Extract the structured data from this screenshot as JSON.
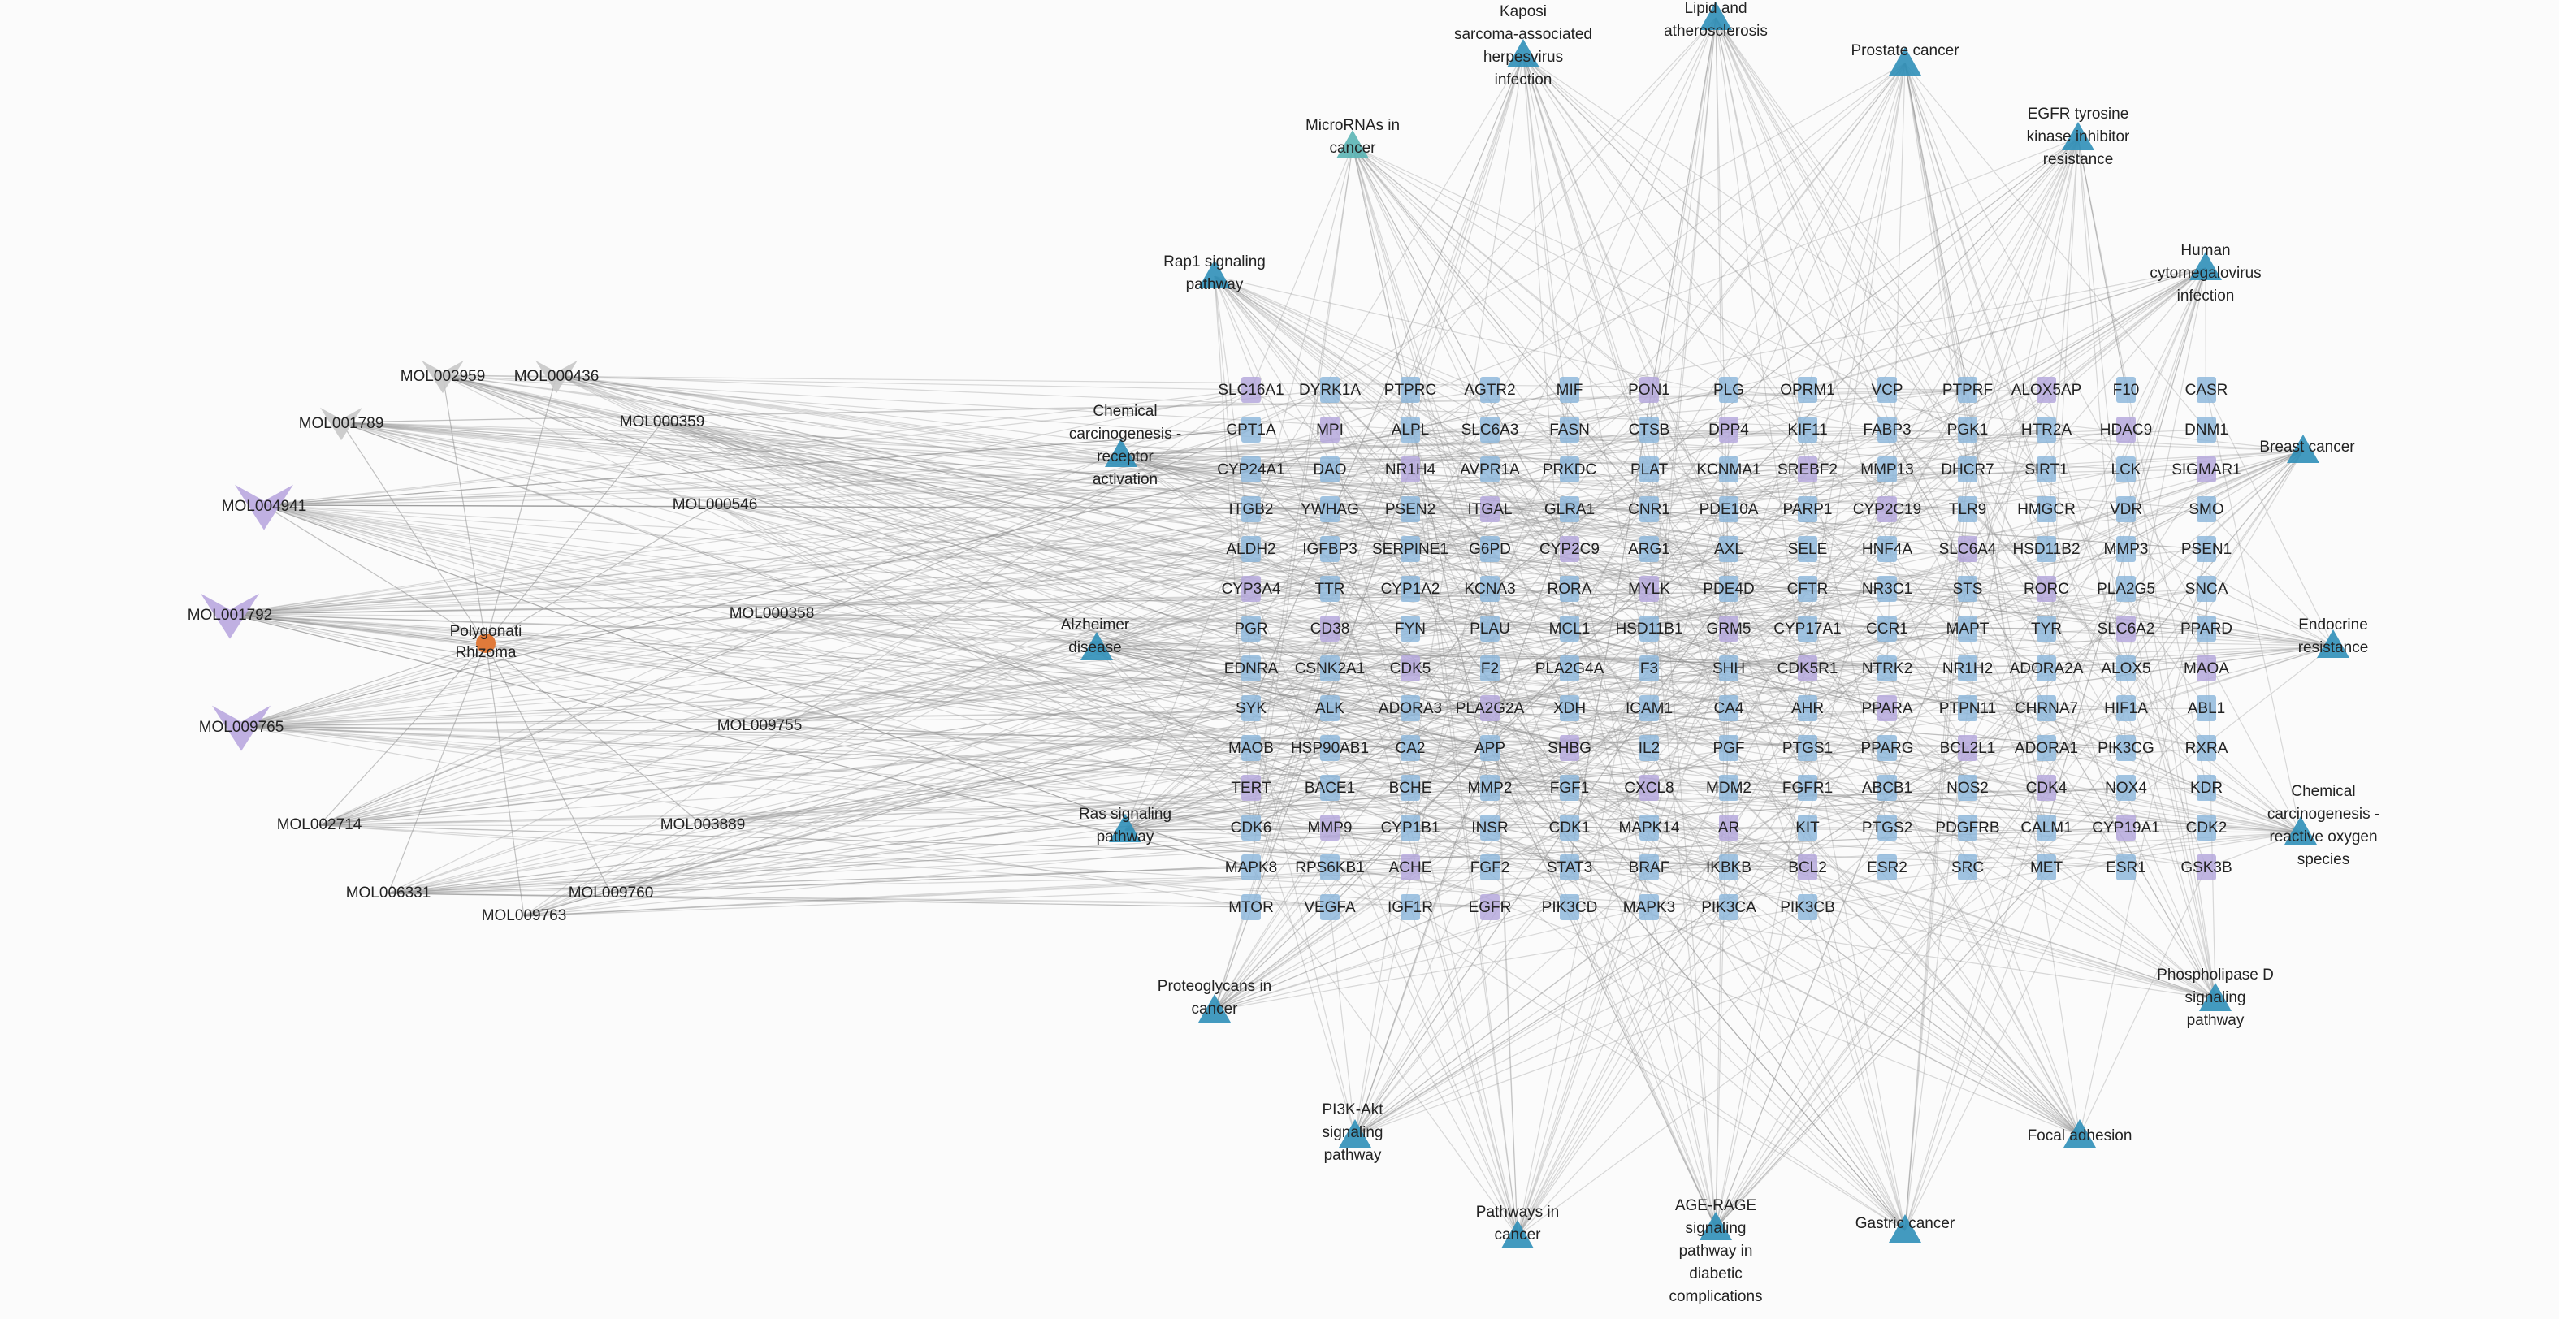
{
  "colors": {
    "background": "#fbfbfb",
    "target_node": "#8fb8dc",
    "target_node_alt": "#b5a8dc",
    "pathway_node": "#2f8fb8",
    "pathway_node_alt": "#5bb5b5",
    "molecule_node": "#b9a7df",
    "molecule_node_alt": "#c8c8c8",
    "herb_node": "#e07a3a",
    "edge": "#8c8c8c"
  },
  "herb": {
    "label": "Polygonati\nRhizoma",
    "icon": "orange-circle-node"
  },
  "molecules": [
    "MOL002959",
    "MOL000436",
    "MOL001789",
    "MOL000359",
    "MOL004941",
    "MOL000546",
    "MOL001792",
    "MOL000358",
    "MOL009765",
    "MOL009755",
    "MOL002714",
    "MOL003889",
    "MOL006331",
    "MOL009760",
    "MOL009763"
  ],
  "pathways": [
    "Kaposi\nsarcoma-associated\nherpesvirus\ninfection",
    "Lipid and\natherosclerosis",
    "Prostate cancer",
    "EGFR tyrosine\nkinase inhibitor\nresistance",
    "MicroRNAs in\ncancer",
    "Human\ncytomegalovirus\ninfection",
    "Rap1 signaling\npathway",
    "Chemical\ncarcinogenesis -\nreceptor\nactivation",
    "Breast cancer",
    "Alzheimer\ndisease",
    "Endocrine\nresistance",
    "Ras signaling\npathway",
    "Chemical\ncarcinogenesis -\nreactive oxygen\nspecies",
    "Proteoglycans in\ncancer",
    "Phospholipase D\nsignaling\npathway",
    "PI3K-Akt\nsignaling\npathway",
    "Focal adhesion",
    "Pathways in\ncancer",
    "AGE-RAGE\nsignaling\npathway in\ndiabetic\ncomplications",
    "Gastric cancer"
  ],
  "target_grid": [
    [
      "SLC16A1",
      "DYRK1A",
      "PTPRC",
      "AGTR2",
      "MIF",
      "PON1",
      "PLG",
      "OPRM1",
      "VCP",
      "PTPRF",
      "ALOX5AP",
      "F10",
      "CASR"
    ],
    [
      "CPT1A",
      "MPI",
      "ALPL",
      "SLC6A3",
      "FASN",
      "CTSB",
      "DPP4",
      "KIF11",
      "FABP3",
      "PGK1",
      "HTR2A",
      "HDAC9",
      "DNM1"
    ],
    [
      "CYP24A1",
      "DAO",
      "NR1H4",
      "AVPR1A",
      "PRKDC",
      "PLAT",
      "KCNMA1",
      "SREBF2",
      "MMP13",
      "DHCR7",
      "SIRT1",
      "LCK",
      "SIGMAR1"
    ],
    [
      "ITGB2",
      "YWHAG",
      "PSEN2",
      "ITGAL",
      "GLRA1",
      "CNR1",
      "PDE10A",
      "PARP1",
      "CYP2C19",
      "TLR9",
      "HMGCR",
      "VDR",
      "SMO"
    ],
    [
      "ALDH2",
      "IGFBP3",
      "SERPINE1",
      "G6PD",
      "CYP2C9",
      "ARG1",
      "AXL",
      "SELE",
      "HNF4A",
      "SLC6A4",
      "HSD11B2",
      "MMP3",
      "PSEN1"
    ],
    [
      "CYP3A4",
      "TTR",
      "CYP1A2",
      "KCNA3",
      "RORA",
      "MYLK",
      "PDE4D",
      "CFTR",
      "NR3C1",
      "STS",
      "RORC",
      "PLA2G5",
      "SNCA"
    ],
    [
      "PGR",
      "CD38",
      "FYN",
      "PLAU",
      "MCL1",
      "HSD11B1",
      "GRM5",
      "CYP17A1",
      "CCR1",
      "MAPT",
      "TYR",
      "SLC6A2",
      "PPARD"
    ],
    [
      "EDNRA",
      "CSNK2A1",
      "CDK5",
      "F2",
      "PLA2G4A",
      "F3",
      "SHH",
      "CDK5R1",
      "NTRK2",
      "NR1H2",
      "ADORA2A",
      "ALOX5",
      "MAOA"
    ],
    [
      "SYK",
      "ALK",
      "ADORA3",
      "PLA2G2A",
      "XDH",
      "ICAM1",
      "CA4",
      "AHR",
      "PPARA",
      "PTPN11",
      "CHRNA7",
      "HIF1A",
      "ABL1"
    ],
    [
      "MAOB",
      "HSP90AB1",
      "CA2",
      "APP",
      "SHBG",
      "IL2",
      "PGF",
      "PTGS1",
      "PPARG",
      "BCL2L1",
      "ADORA1",
      "PIK3CG",
      "RXRA"
    ],
    [
      "TERT",
      "BACE1",
      "BCHE",
      "MMP2",
      "FGF1",
      "CXCL8",
      "MDM2",
      "FGFR1",
      "ABCB1",
      "NOS2",
      "CDK4",
      "NOX4",
      "KDR"
    ],
    [
      "CDK6",
      "MMP9",
      "CYP1B1",
      "INSR",
      "CDK1",
      "MAPK14",
      "AR",
      "KIT",
      "PTGS2",
      "PDGFRB",
      "CALM1",
      "CYP19A1",
      "CDK2"
    ],
    [
      "MAPK8",
      "RPS6KB1",
      "ACHE",
      "FGF2",
      "STAT3",
      "BRAF",
      "IKBKB",
      "BCL2",
      "ESR2",
      "SRC",
      "MET",
      "ESR1",
      "GSK3B"
    ],
    [
      "MTOR",
      "VEGFA",
      "IGF1R",
      "EGFR",
      "PIK3CD",
      "MAPK3",
      "PIK3CA",
      "PIK3CB"
    ]
  ]
}
